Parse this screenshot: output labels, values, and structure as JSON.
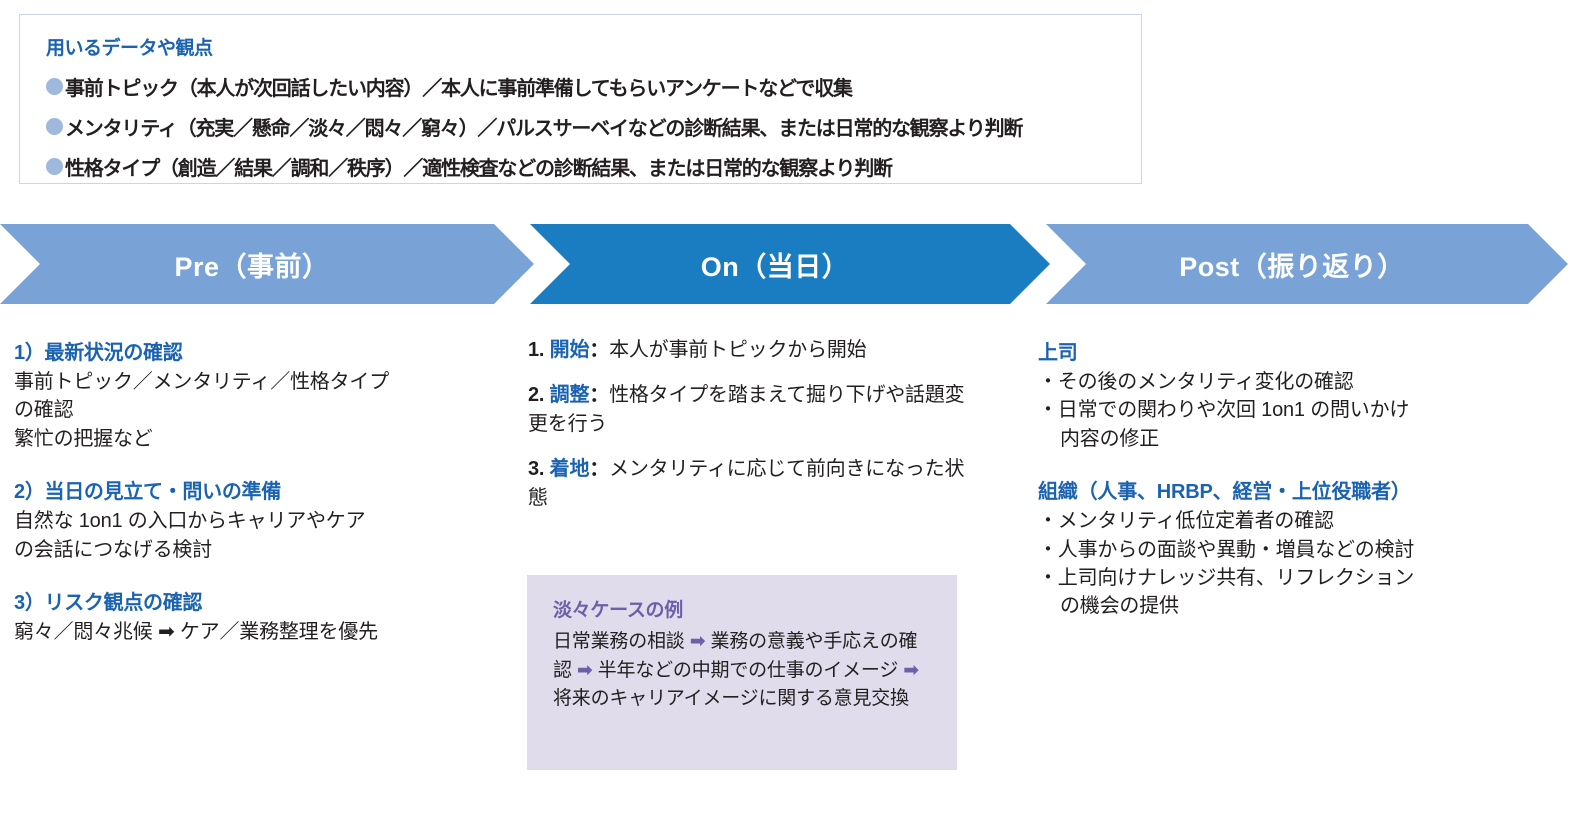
{
  "info_box": {
    "title": "用いるデータや観点",
    "bullets": [
      "事前トピック（本人が次回話したい内容）／本人に事前準備してもらいアンケートなどで収集",
      "メンタリティ（充実／懸命／淡々／悶々／窮々）／パルスサーベイなどの診断結果、または日常的な観察より判断",
      "性格タイプ（創造／結果／調和／秩序）／適性検査などの診断結果、または日常的な観察より判断"
    ],
    "bullet_icon": "filled-circle-icon"
  },
  "colors": {
    "accent_blue": "#1b63b0",
    "chevron_light": "#79a3d6",
    "chevron_dark": "#1a7cc1",
    "bullet": "#9fb8dd",
    "purple_box_bg": "#e0dcec",
    "purple_text": "#6e5fa8",
    "box_border": "#c9d6ea"
  },
  "chevrons": [
    {
      "label": "Pre（事前）",
      "state": "inactive"
    },
    {
      "label": "On（当日）",
      "state": "active"
    },
    {
      "label": "Post（振り返り）",
      "state": "inactive"
    }
  ],
  "col_pre": {
    "blocks": [
      {
        "heading": "1）最新状況の確認",
        "lines": [
          "事前トピック／メンタリティ／性格タイプ",
          "の確認",
          "繁忙の把握など"
        ]
      },
      {
        "heading": "2）当日の見立て・問いの準備",
        "lines": [
          "自然な 1on1 の入口からキャリアやケア",
          "の会話につなげる検討"
        ]
      },
      {
        "heading": "3）リスク観点の確認",
        "lines": [
          "窮々／悶々兆候 ➡ ケア／業務整理を優先"
        ]
      }
    ]
  },
  "col_on": {
    "steps": [
      {
        "num": "1.",
        "keyword": "開始",
        "sep": "：",
        "text": "本人が事前トピックから開始"
      },
      {
        "num": "2.",
        "keyword": "調整",
        "sep": "：",
        "text": "性格タイプを踏まえて掘り下げや話題変更を行う"
      },
      {
        "num": "3.",
        "keyword": "着地",
        "sep": "：",
        "text": "メンタリティに応じて前向きになった状態"
      }
    ],
    "example": {
      "title": "淡々ケースの例",
      "segments": [
        "日常業務の相談",
        "業務の意義や手応えの確認",
        "半年などの中期での仕事のイメージ",
        "将来のキャリアイメージに関する意見交換"
      ],
      "arrow": "➡"
    }
  },
  "col_post": {
    "groups": [
      {
        "heading": "上司",
        "items": [
          {
            "line1": "・その後のメンタリティ変化の確認",
            "line2": ""
          },
          {
            "line1": "・日常での関わりや次回 1on1 の問いかけ",
            "line2": "内容の修正"
          }
        ]
      },
      {
        "heading": "組織（人事、HRBP、経営・上位役職者）",
        "items": [
          {
            "line1": "・メンタリティ低位定着者の確認",
            "line2": ""
          },
          {
            "line1": "・人事からの面談や異動・増員などの検討",
            "line2": ""
          },
          {
            "line1": "・上司向けナレッジ共有、リフレクション",
            "line2": "の機会の提供"
          }
        ]
      }
    ]
  }
}
